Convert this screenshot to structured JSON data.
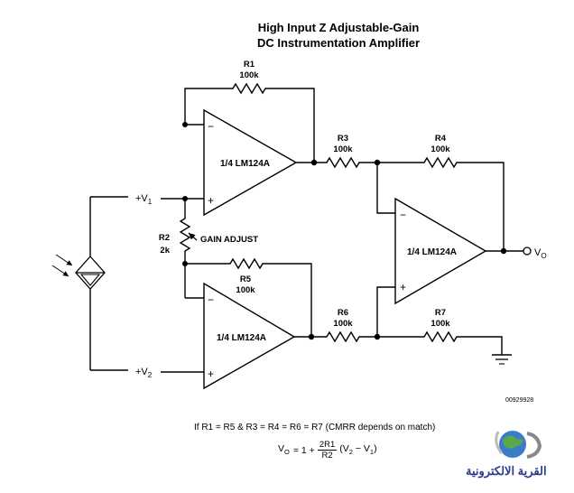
{
  "title": {
    "line1": "High Input Z Adjustable-Gain",
    "line2": "DC Instrumentation Amplifier"
  },
  "resistors": {
    "r1": {
      "name": "R1",
      "value": "100k"
    },
    "r2": {
      "name": "R2",
      "value": "2k"
    },
    "r3": {
      "name": "R3",
      "value": "100k"
    },
    "r4": {
      "name": "R4",
      "value": "100k"
    },
    "r5": {
      "name": "R5",
      "value": "100k"
    },
    "r6": {
      "name": "R6",
      "value": "100k"
    },
    "r7": {
      "name": "R7",
      "value": "100k"
    }
  },
  "opamps": {
    "top": "1/4 LM124A",
    "bottom": "1/4 LM124A",
    "right": "1/4 LM124A"
  },
  "pins": {
    "inv": "−",
    "noninv": "+"
  },
  "inputs": {
    "v1_prefix": "+V",
    "v1_sub": "1",
    "v2_prefix": "+V",
    "v2_sub": "2"
  },
  "output": {
    "prefix": "V",
    "sub": "O"
  },
  "gain_adjust": "GAIN ADJUST",
  "figure_code": "00929928",
  "condition": "If R1 = R5 & R3 = R4 = R6 = R7 (CMRR depends on match)",
  "equation": {
    "lhs_v": "V",
    "lhs_sub": "O",
    "eq_one_plus": "= 1 +",
    "frac_num": "2R1",
    "frac_den": "R2",
    "rhs_open": "(V",
    "rhs_sub2": "2",
    "rhs_minus": " − V",
    "rhs_sub1": "1",
    "rhs_close": ")"
  },
  "watermark": "القرية الالكترونية"
}
